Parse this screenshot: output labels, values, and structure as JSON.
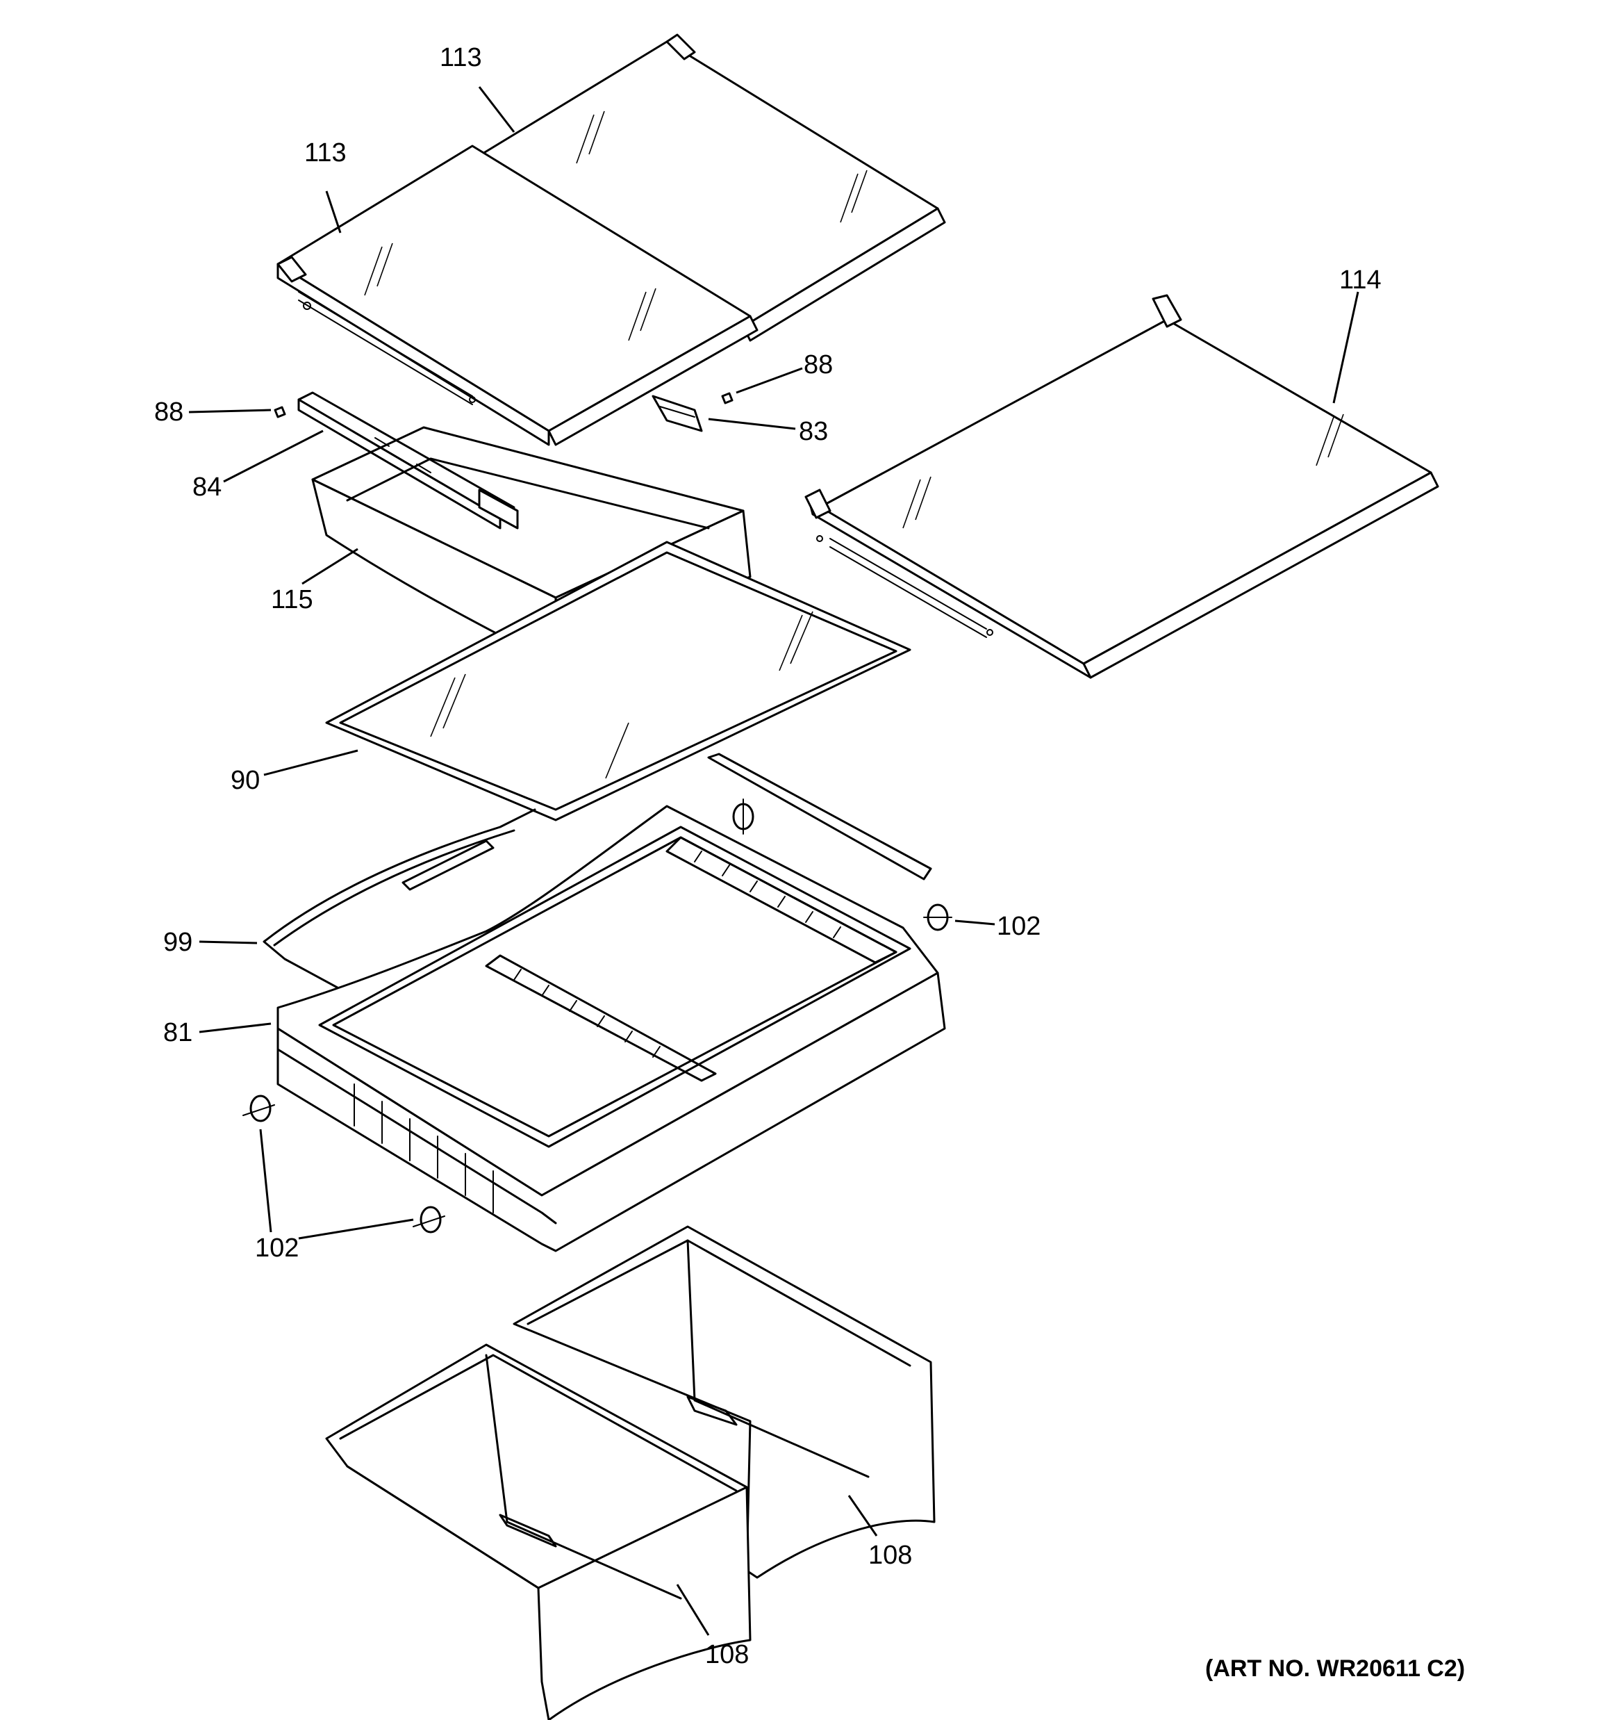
{
  "callouts": {
    "c113a": "113",
    "c113b": "113",
    "c114": "114",
    "c88a": "88",
    "c88b": "88",
    "c83": "83",
    "c84": "84",
    "c115": "115",
    "c90": "90",
    "c99": "99",
    "c81": "81",
    "c102a": "102",
    "c102b": "102",
    "c108a": "108",
    "c108b": "108"
  },
  "art_number": "(ART NO. WR20611 C2)"
}
